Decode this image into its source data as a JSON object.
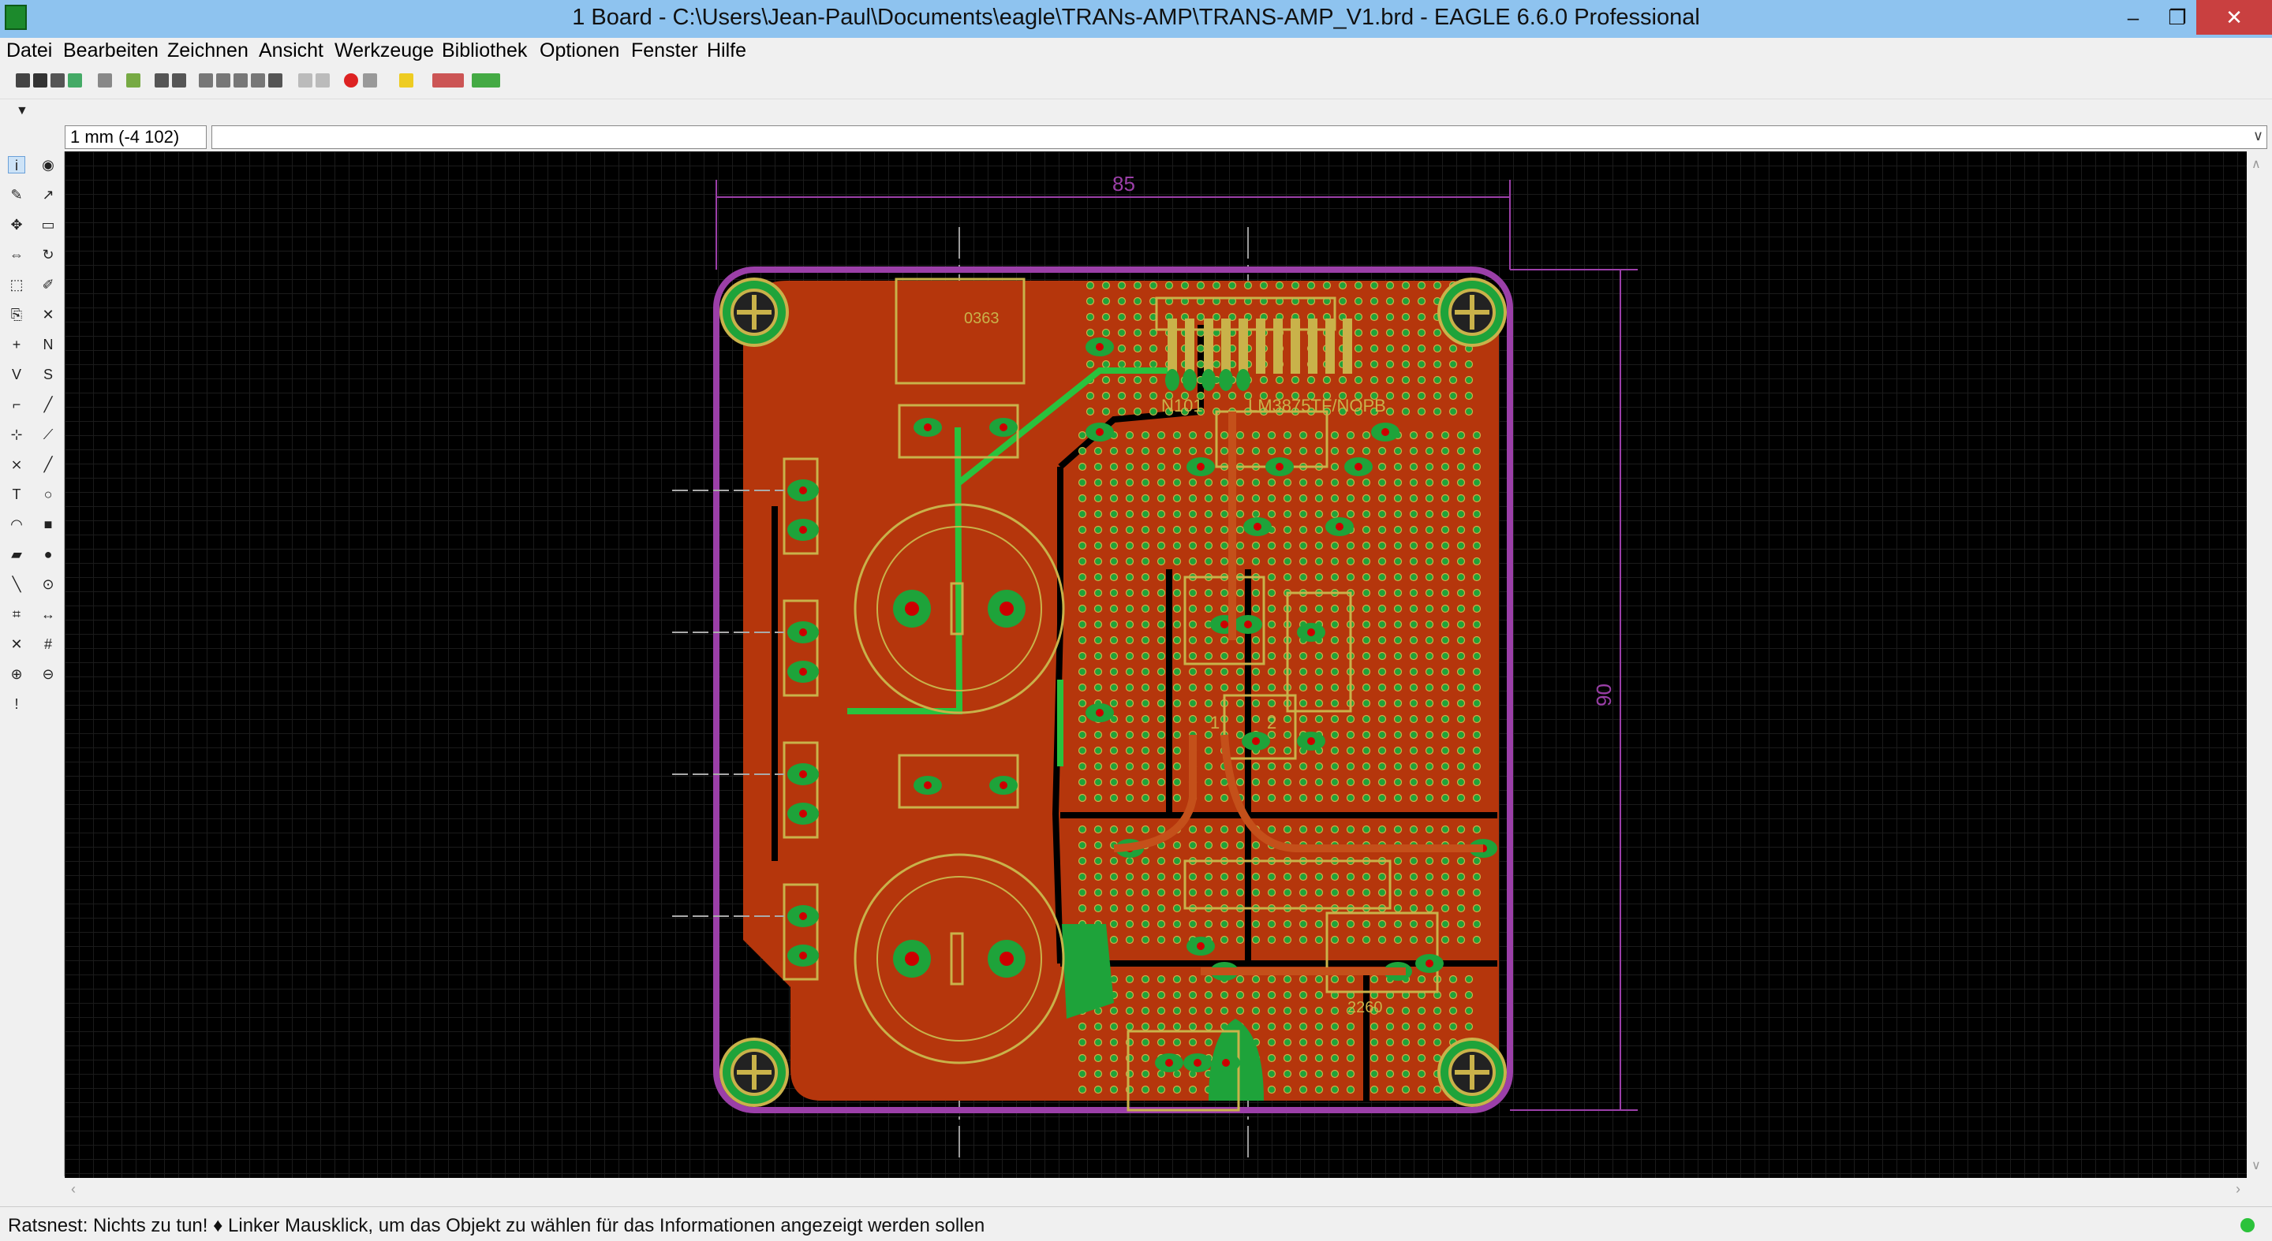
{
  "window": {
    "title": "1 Board - C:\\Users\\Jean-Paul\\Documents\\eagle\\TRANs-AMP\\TRANS-AMP_V1.brd - EAGLE 6.6.0 Professional",
    "controls": [
      "minimize",
      "maximize",
      "close"
    ]
  },
  "menu": [
    "Datei",
    "Bearbeiten",
    "Zeichnen",
    "Ansicht",
    "Werkzeuge",
    "Bibliothek",
    "Optionen",
    "Fenster",
    "Hilfe"
  ],
  "toolbar": {
    "icons": [
      "open-icon",
      "save-icon",
      "print-icon",
      "cam-icon",
      "script-icon",
      "board-icon",
      "schematic-icon",
      "library-icon",
      "zoom-fit-icon",
      "zoom-in-icon",
      "zoom-out-icon",
      "zoom-redraw-icon",
      "zoom-area-icon",
      "undo-icon",
      "redo-icon",
      "stop-icon",
      "go-icon",
      "help-icon",
      "design-link-icon",
      "design-check-icon"
    ]
  },
  "command": {
    "coord": "1 mm (-4 102)",
    "input": ""
  },
  "tools": [
    "info-icon",
    "show-icon",
    "display-icon",
    "mark-icon",
    "move-icon",
    "copy-icon",
    "mirror-icon",
    "rotate-icon",
    "group-icon",
    "change-icon",
    "paste-icon",
    "delete-icon",
    "add-icon",
    "name-icon",
    "value-icon",
    "smash-icon",
    "miter-icon",
    "split-icon",
    "optimize-icon",
    "route-icon",
    "ripup-icon",
    "wire-icon",
    "text-icon",
    "circle-icon",
    "arc-icon",
    "rect-icon",
    "polygon-icon",
    "via-icon",
    "signal-icon",
    "hole-icon",
    "attribute-icon",
    "dimension-icon",
    "ratsnest-icon",
    "auto-icon",
    "erc-icon",
    "drc-icon",
    "errors-icon"
  ],
  "board": {
    "dim_width": "85",
    "dim_height": "90",
    "labels": [
      "N101",
      "LM3875TF/NOPB",
      "0363",
      "2260",
      "1",
      "2"
    ]
  },
  "status": {
    "message": "Ratsnest: Nichts zu tun!  ♦ Linker Mausklick, um das Objekt zu wählen für das Informationen angezeigt werden sollen"
  },
  "colors": {
    "copper": "#b5360c",
    "silk": "#c9b24a",
    "pad": "#1ea33a",
    "outline": "#9b3fa8",
    "trace": "#29c23d"
  }
}
